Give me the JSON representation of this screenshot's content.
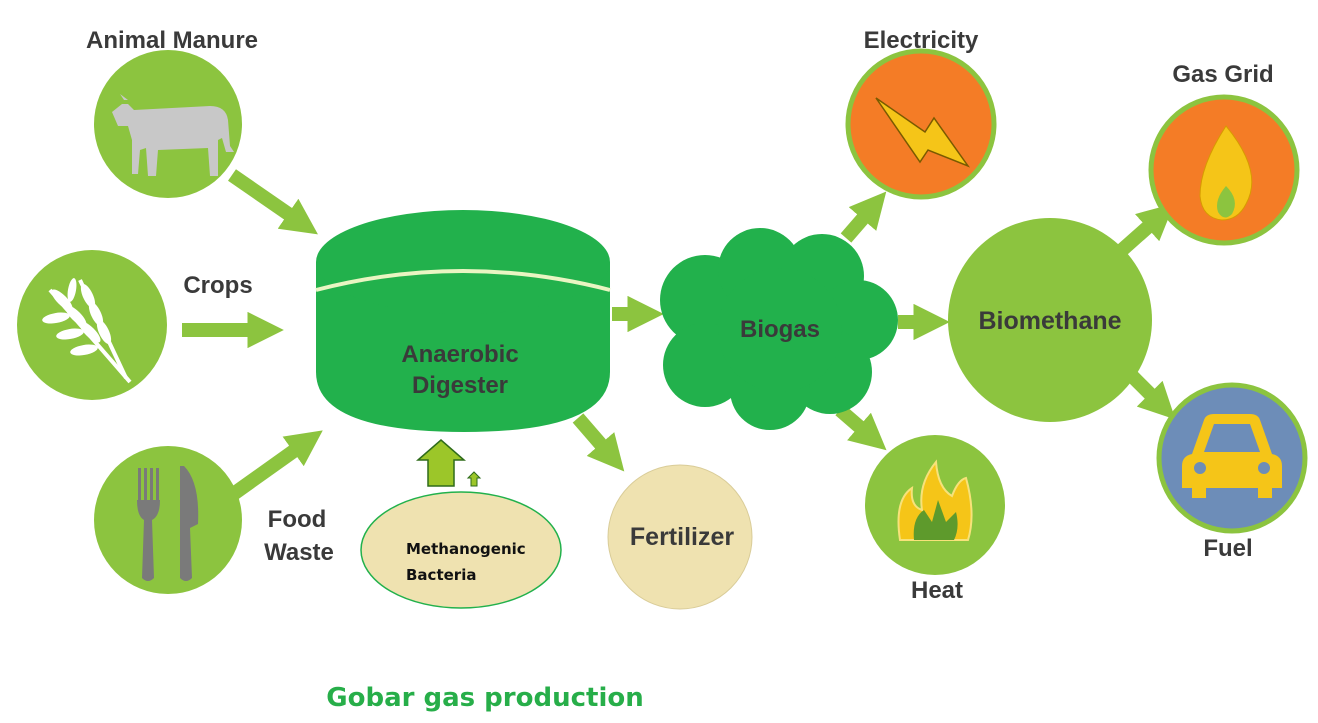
{
  "labels": {
    "animal_manure": "Animal Manure",
    "crops": "Crops",
    "food_waste_1": "Food",
    "food_waste_2": "Waste",
    "digester_1": "Anaerobic",
    "digester_2": "Digester",
    "bacteria_1": "Methanogenic",
    "bacteria_2": "Bacteria",
    "fertilizer": "Fertilizer",
    "biogas": "Biogas",
    "electricity": "Electricity",
    "heat": "Heat",
    "biomethane": "Biomethane",
    "gas_grid": "Gas Grid",
    "fuel": "Fuel"
  },
  "caption": "Gobar gas production",
  "icons": {
    "animal_manure": "cow-icon",
    "crops": "wheat-icon",
    "food_waste": "fork-knife-icon",
    "electricity": "lightning-icon",
    "heat": "fire-icon",
    "gas_grid": "flame-icon",
    "fuel": "car-icon"
  },
  "colors": {
    "light_green": "#8cc43f",
    "dark_green": "#22b14c",
    "orange": "#f47c26",
    "blue": "#6d8db8",
    "beige": "#efe2b0",
    "yellow": "#f5c518",
    "text": "#3a3a3a",
    "caption": "#27ae49"
  }
}
